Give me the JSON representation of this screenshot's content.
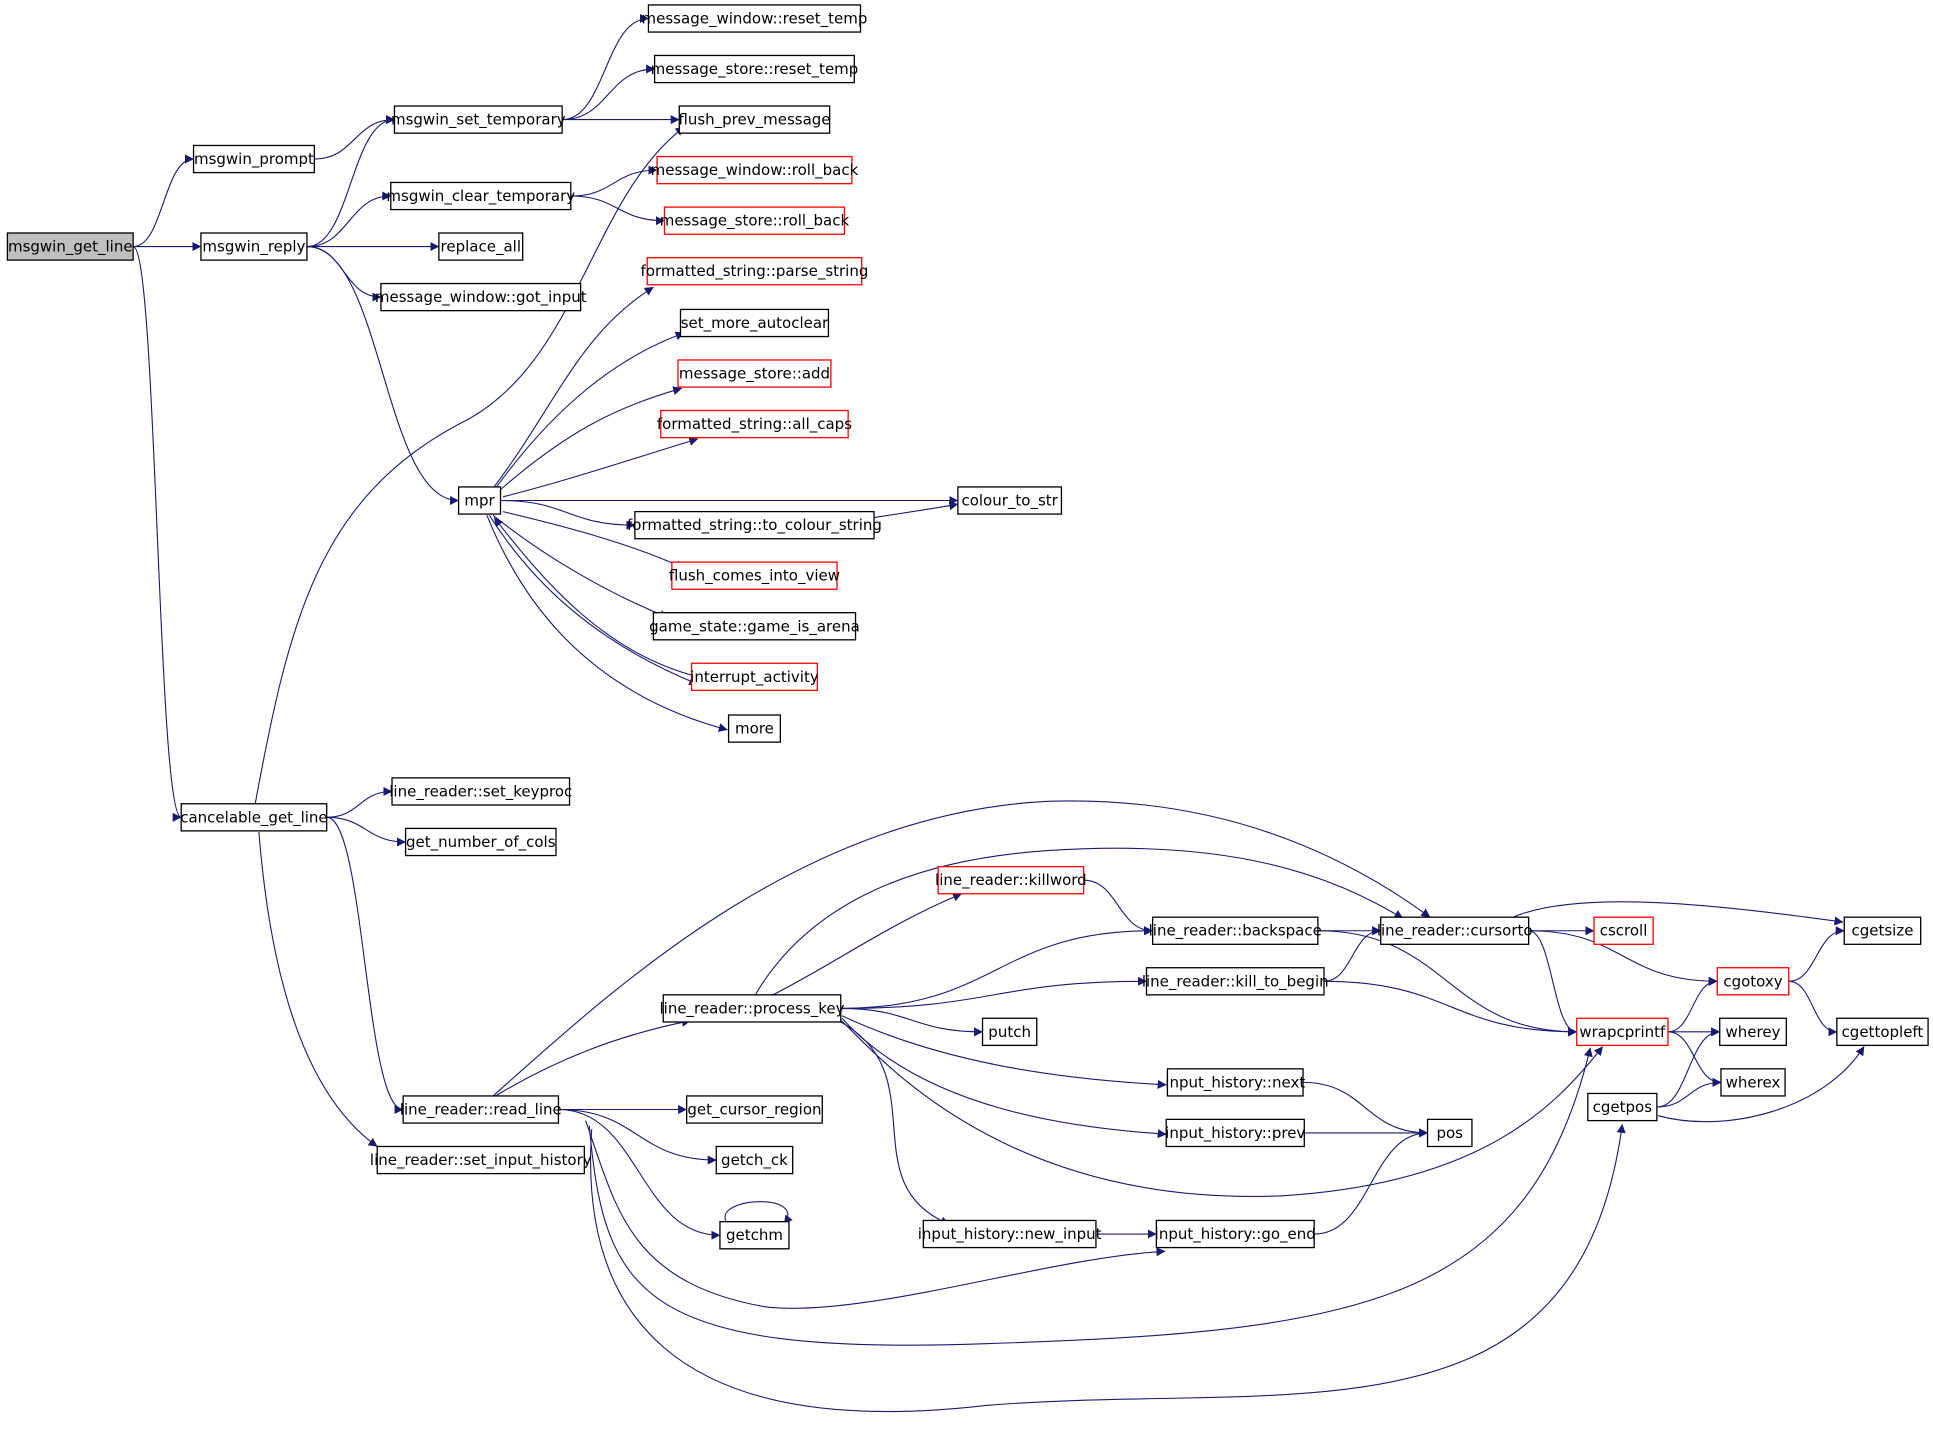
{
  "colors": {
    "edge": "#191970",
    "node_border": "#000000",
    "node_border_truncated": "#ff0000",
    "root_fill": "#bfbfbf",
    "node_fill": "#ffffff"
  },
  "nodes": {
    "n0": {
      "label": "msgwin_get_line",
      "style": "root"
    },
    "n1": {
      "label": "msgwin_prompt",
      "style": "normal"
    },
    "n2": {
      "label": "msgwin_reply",
      "style": "normal"
    },
    "n3": {
      "label": "cancelable_get_line",
      "style": "normal"
    },
    "n4": {
      "label": "msgwin_set_temporary",
      "style": "normal"
    },
    "n5": {
      "label": "msgwin_clear_temporary",
      "style": "normal"
    },
    "n6": {
      "label": "replace_all",
      "style": "normal"
    },
    "n7": {
      "label": "message_window::got_input",
      "style": "normal"
    },
    "n8": {
      "label": "mpr",
      "style": "normal"
    },
    "n9": {
      "label": "message_window::reset_temp",
      "style": "normal"
    },
    "n10": {
      "label": "message_store::reset_temp",
      "style": "normal"
    },
    "n11": {
      "label": "flush_prev_message",
      "style": "normal"
    },
    "n12": {
      "label": "message_window::roll_back",
      "style": "truncated"
    },
    "n13": {
      "label": "message_store::roll_back",
      "style": "truncated"
    },
    "n14": {
      "label": "formatted_string::parse_string",
      "style": "truncated"
    },
    "n15": {
      "label": "set_more_autoclear",
      "style": "normal"
    },
    "n16": {
      "label": "message_store::add",
      "style": "truncated"
    },
    "n17": {
      "label": "formatted_string::all_caps",
      "style": "truncated"
    },
    "n18": {
      "label": "colour_to_str",
      "style": "normal"
    },
    "n19": {
      "label": "formatted_string::to_colour_string",
      "style": "normal"
    },
    "n20": {
      "label": "flush_comes_into_view",
      "style": "truncated"
    },
    "n21": {
      "label": "game_state::game_is_arena",
      "style": "normal"
    },
    "n22": {
      "label": "interrupt_activity",
      "style": "truncated"
    },
    "n23": {
      "label": "more",
      "style": "normal"
    },
    "n24": {
      "label": "line_reader::set_keyproc",
      "style": "normal"
    },
    "n25": {
      "label": "get_number_of_cols",
      "style": "normal"
    },
    "n26": {
      "label": "line_reader::read_line",
      "style": "normal"
    },
    "n27": {
      "label": "line_reader::set_input_history",
      "style": "normal"
    },
    "n28": {
      "label": "line_reader::process_key",
      "style": "normal"
    },
    "n29": {
      "label": "get_cursor_region",
      "style": "normal"
    },
    "n30": {
      "label": "getch_ck",
      "style": "normal"
    },
    "n31": {
      "label": "getchm",
      "style": "normal"
    },
    "n32": {
      "label": "line_reader::killword",
      "style": "truncated"
    },
    "n33": {
      "label": "line_reader::backspace",
      "style": "normal"
    },
    "n34": {
      "label": "line_reader::kill_to_begin",
      "style": "normal"
    },
    "n35": {
      "label": "putch",
      "style": "normal"
    },
    "n36": {
      "label": "input_history::next",
      "style": "normal"
    },
    "n37": {
      "label": "input_history::prev",
      "style": "normal"
    },
    "n38": {
      "label": "input_history::new_input",
      "style": "normal"
    },
    "n39": {
      "label": "input_history::go_end",
      "style": "normal"
    },
    "n40": {
      "label": "line_reader::cursorto",
      "style": "normal"
    },
    "n41": {
      "label": "cscroll",
      "style": "truncated"
    },
    "n42": {
      "label": "wrapcprintf",
      "style": "truncated"
    },
    "n43": {
      "label": "pos",
      "style": "normal"
    },
    "n44": {
      "label": "cgetpos",
      "style": "normal"
    },
    "n45": {
      "label": "cgotoxy",
      "style": "truncated"
    },
    "n46": {
      "label": "wherey",
      "style": "normal"
    },
    "n47": {
      "label": "wherex",
      "style": "normal"
    },
    "n48": {
      "label": "cgetsize",
      "style": "normal"
    },
    "n49": {
      "label": "cgettopleft",
      "style": "normal"
    }
  },
  "edges": [
    [
      "n0",
      "n1"
    ],
    [
      "n0",
      "n2"
    ],
    [
      "n0",
      "n3"
    ],
    [
      "n1",
      "n4"
    ],
    [
      "n2",
      "n4"
    ],
    [
      "n2",
      "n5"
    ],
    [
      "n2",
      "n6"
    ],
    [
      "n2",
      "n7"
    ],
    [
      "n2",
      "n8"
    ],
    [
      "n4",
      "n9"
    ],
    [
      "n4",
      "n10"
    ],
    [
      "n4",
      "n11"
    ],
    [
      "n5",
      "n12"
    ],
    [
      "n5",
      "n13"
    ],
    [
      "n3",
      "n11"
    ],
    [
      "n3",
      "n24"
    ],
    [
      "n3",
      "n25"
    ],
    [
      "n3",
      "n26"
    ],
    [
      "n3",
      "n27"
    ],
    [
      "n8",
      "n14"
    ],
    [
      "n8",
      "n15"
    ],
    [
      "n8",
      "n16"
    ],
    [
      "n8",
      "n17"
    ],
    [
      "n8",
      "n18"
    ],
    [
      "n8",
      "n19"
    ],
    [
      "n8",
      "n20"
    ],
    [
      "n8",
      "n21"
    ],
    [
      "n8",
      "n22"
    ],
    [
      "n8",
      "n23"
    ],
    [
      "n19",
      "n18"
    ],
    [
      "n22",
      "n8"
    ],
    [
      "n26",
      "n28"
    ],
    [
      "n26",
      "n29"
    ],
    [
      "n26",
      "n30"
    ],
    [
      "n26",
      "n31"
    ],
    [
      "n26",
      "n40"
    ],
    [
      "n26",
      "n39"
    ],
    [
      "n26",
      "n42"
    ],
    [
      "n26",
      "n44"
    ],
    [
      "n31",
      "n31"
    ],
    [
      "n28",
      "n32"
    ],
    [
      "n28",
      "n33"
    ],
    [
      "n28",
      "n34"
    ],
    [
      "n28",
      "n35"
    ],
    [
      "n28",
      "n36"
    ],
    [
      "n28",
      "n37"
    ],
    [
      "n28",
      "n38"
    ],
    [
      "n28",
      "n40"
    ],
    [
      "n28",
      "n42"
    ],
    [
      "n32",
      "n33"
    ],
    [
      "n33",
      "n40"
    ],
    [
      "n33",
      "n42"
    ],
    [
      "n34",
      "n40"
    ],
    [
      "n34",
      "n42"
    ],
    [
      "n36",
      "n43"
    ],
    [
      "n37",
      "n43"
    ],
    [
      "n38",
      "n39"
    ],
    [
      "n39",
      "n43"
    ],
    [
      "n40",
      "n41"
    ],
    [
      "n40",
      "n42"
    ],
    [
      "n40",
      "n45"
    ],
    [
      "n40",
      "n48"
    ],
    [
      "n42",
      "n45"
    ],
    [
      "n42",
      "n46"
    ],
    [
      "n42",
      "n47"
    ],
    [
      "n44",
      "n46"
    ],
    [
      "n44",
      "n47"
    ],
    [
      "n44",
      "n49"
    ],
    [
      "n45",
      "n48"
    ],
    [
      "n45",
      "n49"
    ]
  ]
}
